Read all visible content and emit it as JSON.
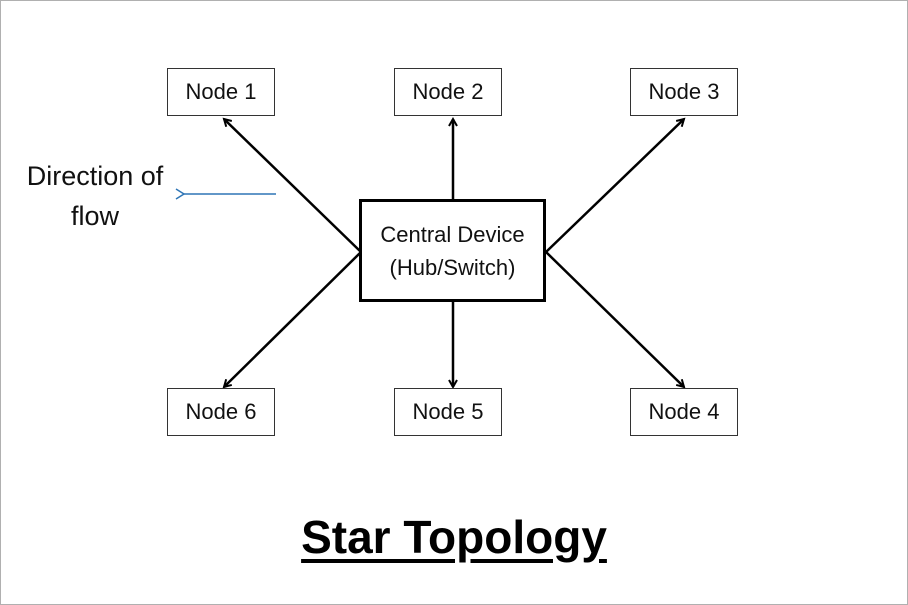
{
  "title": "Star Topology",
  "center": {
    "line1": "Central Device",
    "line2": "(Hub/Switch)"
  },
  "nodes": {
    "n1": "Node 1",
    "n2": "Node 2",
    "n3": "Node 3",
    "n4": "Node 4",
    "n5": "Node 5",
    "n6": "Node 6"
  },
  "legend": {
    "line1": "Direction of",
    "line2": "flow"
  },
  "colors": {
    "flow_arrow": "#2e75b6",
    "lines": "#000000"
  }
}
